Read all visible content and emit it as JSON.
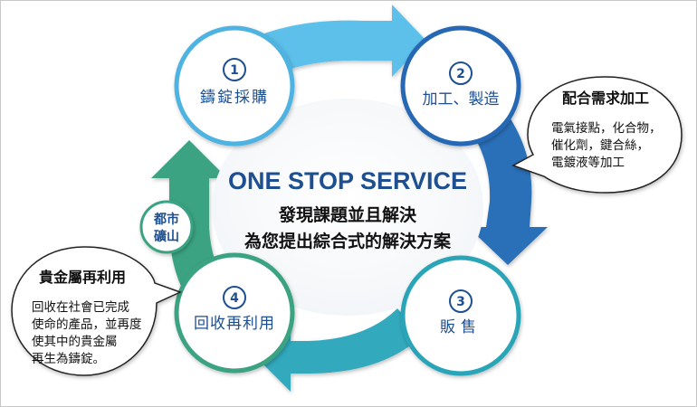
{
  "center": {
    "title": "ONE STOP SERVICE",
    "subtitle_line1": "發現課題並且解決",
    "subtitle_line2": "為您提出綜合式的解決方案"
  },
  "steps": [
    {
      "number": "1",
      "label": "鑄錠採購",
      "color": "#4fb3e2"
    },
    {
      "number": "2",
      "label": "加工、製造",
      "color": "#2668b3"
    },
    {
      "number": "3",
      "label": "販售",
      "color": "#2aa5b8"
    },
    {
      "number": "4",
      "label": "回收再利用",
      "color": "#3aa381"
    }
  ],
  "urban_mine": {
    "line1": "都市",
    "line2": "礦山"
  },
  "callout_right": {
    "title": "配合需求加工",
    "lines": [
      "電氣接點，化合物，",
      "催化劑，鍵合絲，",
      "電鍍液等加工"
    ]
  },
  "callout_left": {
    "title": "貴金屬再利用",
    "lines": [
      "回收在社會已完成",
      "使命的產品，並再度",
      "使其中的貴金屬",
      "再生為鑄錠。"
    ]
  },
  "colors": {
    "arc_light_blue": "#5cc0ea",
    "arc_dark_blue": "#2a70b8",
    "arc_teal": "#33a9bd",
    "arc_green": "#3aa381",
    "text_dark_blue": "#1d4f91",
    "border_gray": "#c8c8c8"
  }
}
